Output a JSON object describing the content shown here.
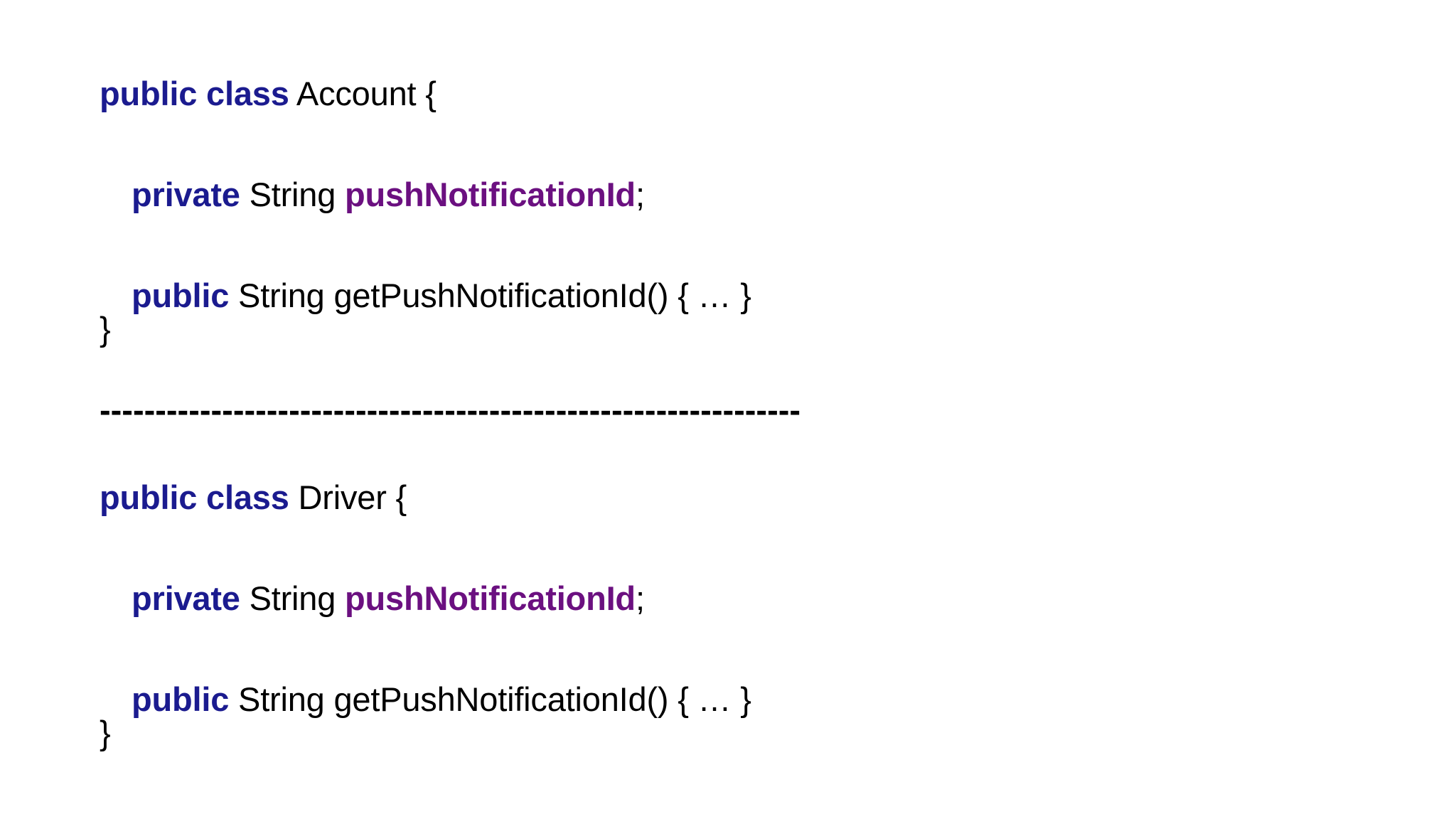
{
  "slide": {
    "background_color": "#ffffff",
    "colors": {
      "keyword_blue": "#1b1b8f",
      "field_purple": "#6b1080",
      "text_black": "#000000",
      "background": "#ffffff"
    }
  },
  "separator": {
    "text": "---------------------------------------------------------------"
  },
  "blocks": [
    {
      "id": "account",
      "class_name": "Account",
      "lines": {
        "declaration": {
          "keywords": "public class",
          "rest": " Account {"
        },
        "field": {
          "modifier": "private",
          "type": " String ",
          "name": "pushNotificationId",
          "terminator": ";"
        },
        "method": {
          "modifier": "public",
          "rest": " String getPushNotificationId() { … }"
        },
        "closing_brace": "}"
      }
    },
    {
      "id": "driver",
      "class_name": "Driver",
      "lines": {
        "declaration": {
          "keywords": "public class",
          "rest": " Driver {"
        },
        "field": {
          "modifier": "private",
          "type": " String ",
          "name": "pushNotificationId",
          "terminator": ";"
        },
        "method": {
          "modifier": "public",
          "rest": " String getPushNotificationId() { … }"
        },
        "closing_brace": "}"
      }
    }
  ]
}
